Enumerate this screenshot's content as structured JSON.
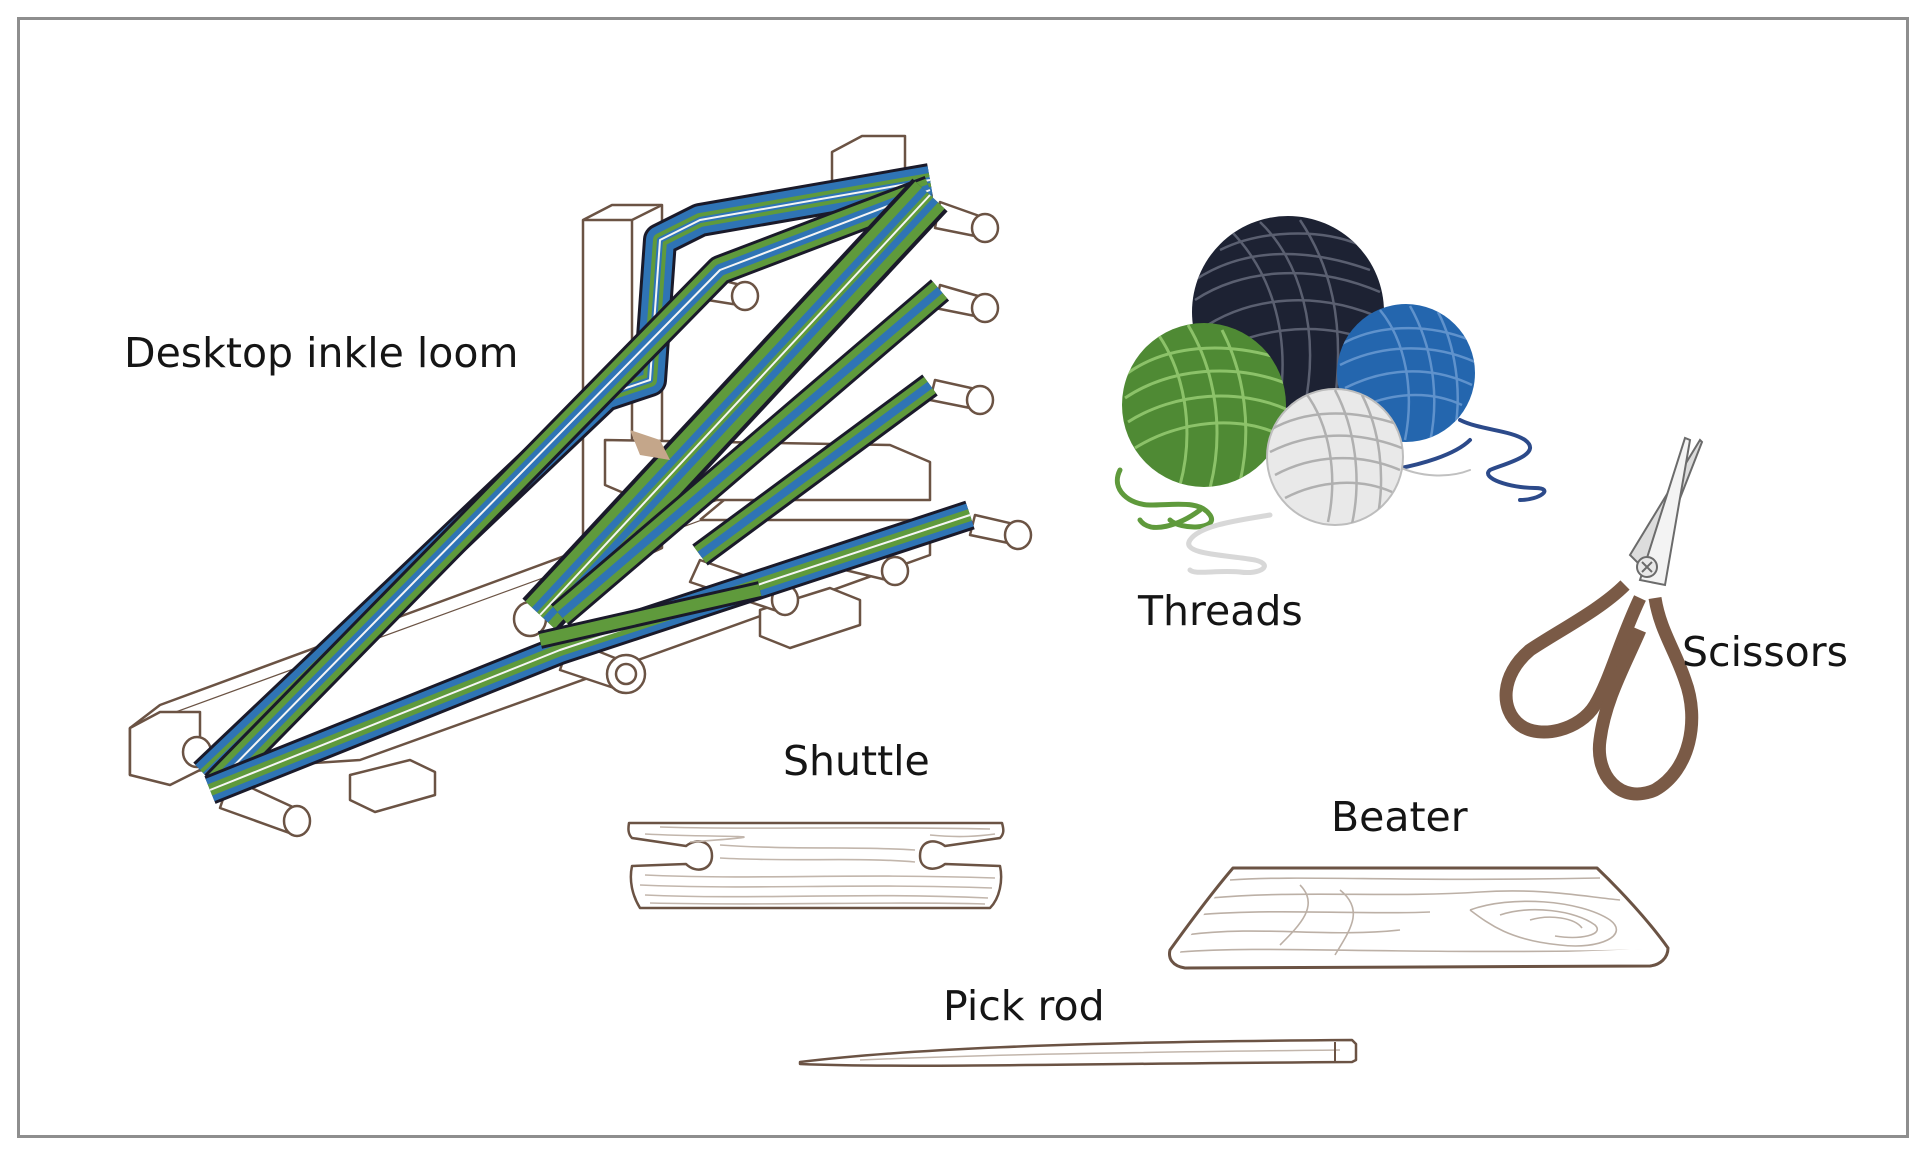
{
  "labels": {
    "loom": "Desktop inkle loom",
    "threads": "Threads",
    "scissors": "Scissors",
    "shuttle": "Shuttle",
    "beater": "Beater",
    "pick_rod": "Pick rod"
  },
  "colors": {
    "frame_border": "#8e8e8e",
    "wood_outline": "#6b5344",
    "wood_line": "#b9ada4",
    "thread_green": "#5f9a3c",
    "thread_blue": "#2f74b5",
    "thread_black": "#1a1a2a",
    "thread_white": "#e4e4e4",
    "scissors_handle": "#7a5a46",
    "blade": "#d6d6d6"
  }
}
